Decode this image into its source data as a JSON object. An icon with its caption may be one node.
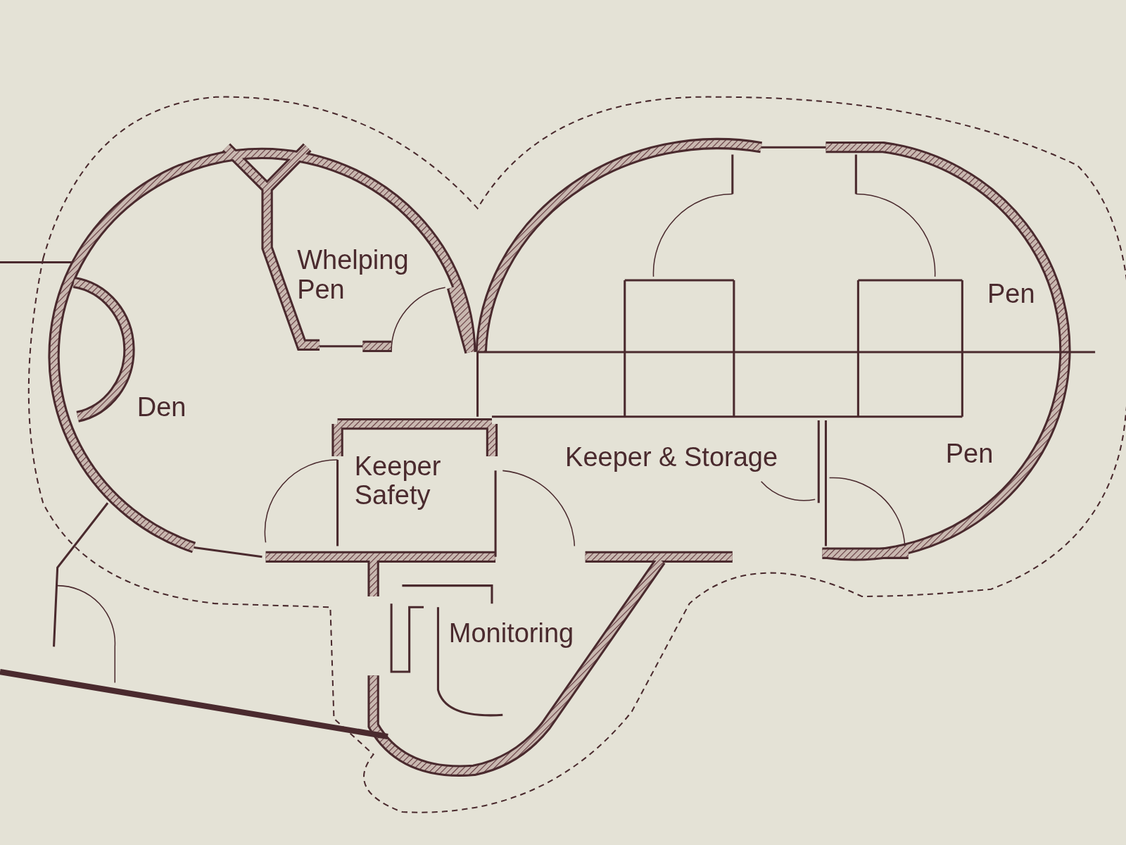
{
  "diagram": {
    "labels": [
      "Whelping Pen",
      "Den",
      "Keeper Safety",
      "Keeper & Storage",
      "Pen",
      "Pen",
      "Monitoring"
    ]
  }
}
